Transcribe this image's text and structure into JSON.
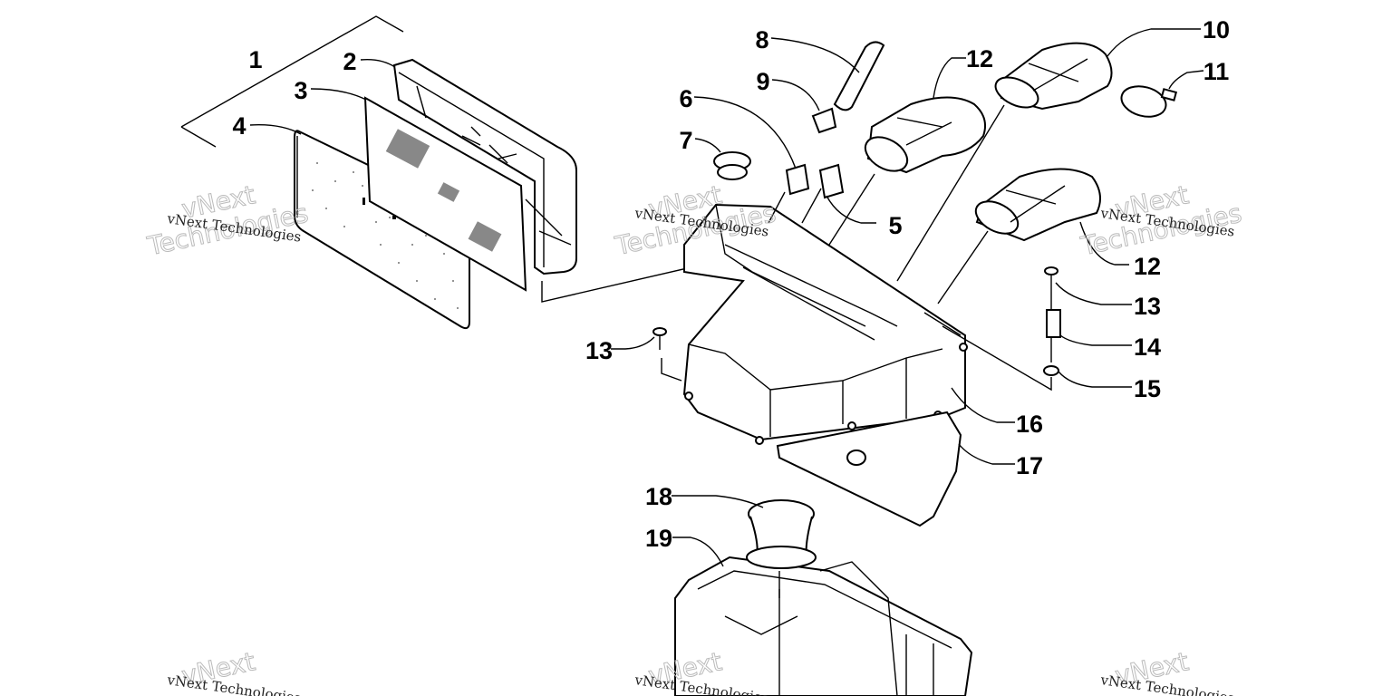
{
  "callouts": {
    "c1": "1",
    "c2": "2",
    "c3": "3",
    "c4": "4",
    "c5": "5",
    "c6": "6",
    "c7": "7",
    "c8": "8",
    "c9": "9",
    "c10": "10",
    "c11": "11",
    "c12a": "12",
    "c12b": "12",
    "c13a": "13",
    "c13b": "13",
    "c14": "14",
    "c15": "15",
    "c16": "16",
    "c17": "17",
    "c18": "18",
    "c19": "19"
  },
  "watermark": {
    "small": "vNext Technologies",
    "big_line1": "vNext",
    "big_line2": "Technologies"
  }
}
